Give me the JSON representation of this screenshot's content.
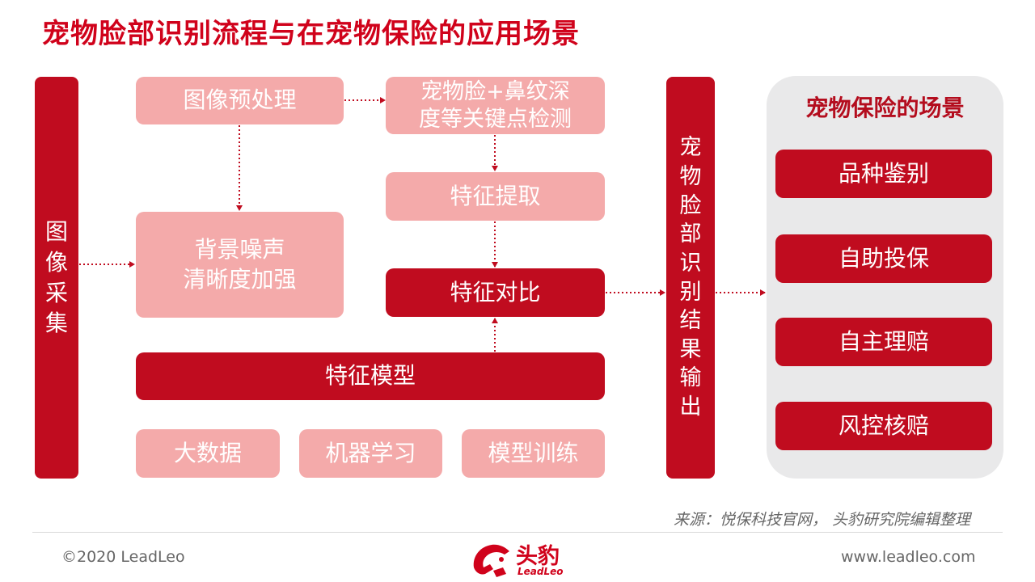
{
  "page_title": "宠物脸部识别流程与在宠物保险的应用场景",
  "flow": {
    "capture": "图\n像\n采\n集",
    "preprocess": "图像预处理",
    "noise": "背景噪声\n清晰度加强",
    "keypoints": "宠物脸+鼻纹深\n度等关键点检测",
    "extract": "特征提取",
    "compare": "特征对比",
    "model": "特征模型",
    "bigdata": "大数据",
    "ml": "机器学习",
    "training": "模型训练",
    "output": "宠\n物\n脸\n部\n识\n别\n结\n果\n输\n出"
  },
  "scenes": {
    "title": "宠物保险的场景",
    "items": [
      "品种鉴别",
      "自助投保",
      "自主理赔",
      "风控核赔"
    ]
  },
  "footer": {
    "source": "来源：悦保科技官网，   头豹研究院编辑整理",
    "copyright": "©2020 LeadLeo",
    "website": "www.leadleo.com",
    "logo_name": "头豹",
    "logo_sub": "LeadLeo"
  },
  "colors": {
    "title_red": "#d0021b",
    "box_red": "#c00c1f",
    "box_pink": "#f4aaaa",
    "panel_gray": "#e9e9ea"
  }
}
